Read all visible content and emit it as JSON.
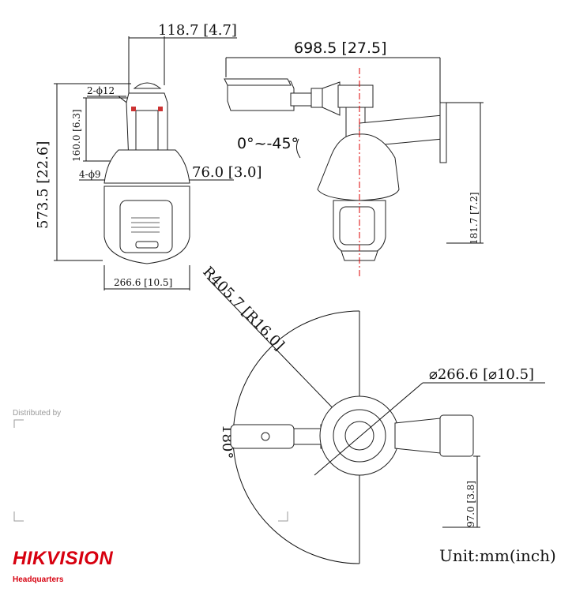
{
  "dimensions": {
    "top_width": "118.7 [4.7]",
    "overall_length": "698.5 [27.5]",
    "tilt_range": "0°~-45°",
    "total_height": "573.5 [22.6]",
    "mount_height": "160.0 [6.3]",
    "holes_top": "2-ϕ12",
    "holes_bottom": "4-ϕ9",
    "offset": "76.0 [3.0]",
    "body_width": "266.6 [10.5]",
    "side_height": "181.7 [7.2]",
    "radius": "R405.7 [R16.0]",
    "diameter": "⌀266.6 [⌀10.5]",
    "angle": "180°",
    "bracket_offset": "97.0 [3.8]"
  },
  "footer": {
    "distributed_by": "Distributed by",
    "brand": "HIKVISION",
    "headquarters": "Headquarters",
    "unit": "Unit:mm(inch)"
  }
}
